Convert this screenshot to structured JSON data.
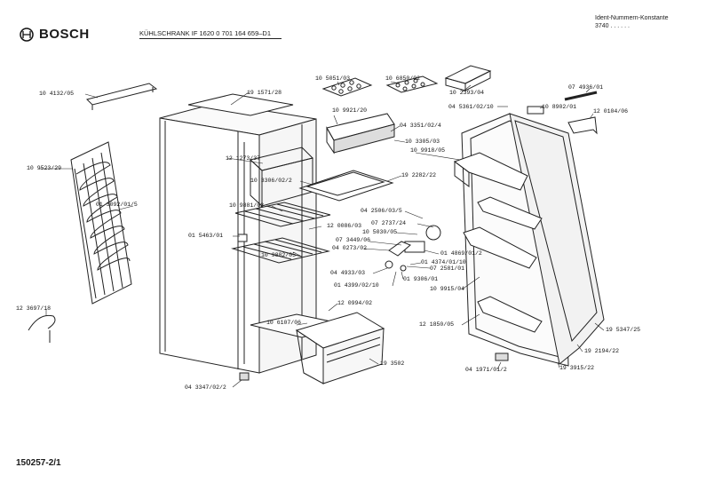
{
  "header": {
    "brand": "BOSCH",
    "model": "KÜHLSCHRANK   IF 1620    0 701 164 659–D1",
    "ident_title": "Ident-Nummern-Konstante",
    "ident_value": "3740  . .  . . . ."
  },
  "footer": {
    "doc_number": "150257-2/1"
  },
  "labels": [
    "10 4132/05",
    "19 1571/28",
    "10 5051/03",
    "10 6850/02",
    "10 2393/04",
    "07 4936/01",
    "04 5361/02/10",
    "10 8902/01",
    "12 0104/06",
    "10 9921/20",
    "04 3351/02/4",
    "10 3305/03",
    "10 9918/05",
    "10 9523/29",
    "12 1273/37",
    "10 3306/02/2",
    "19 2282/22",
    "01 3092/01/5",
    "10 9881/02",
    "04 2506/03/5",
    "07 2737/24",
    "12 0086/03",
    "10 5030/05",
    "07 3449/06",
    "04 0273/02",
    "01 5463/01",
    "10 9882/05",
    "01 4869/01/2",
    "01 4374/01/10",
    "07 2581/01",
    "04 4933/03",
    "01 9306/01",
    "01 4399/02/10",
    "10 9915/04",
    "12 3697/18",
    "12 0994/02",
    "10 6107/06",
    "12 1850/05",
    "19 5347/25",
    "19 2194/22",
    "19 3502",
    "04 1971/01/2",
    "19 3915/22",
    "04 3347/02/2"
  ]
}
